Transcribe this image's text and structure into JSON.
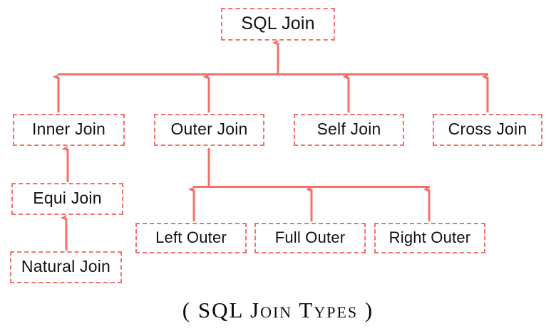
{
  "diagram": {
    "title": "SQL Join Types",
    "caption": "( SQL Join Types )",
    "theme": {
      "background": "#ffffff",
      "box_border_color": "#F4706B",
      "connector_color": "#F4706B",
      "text_color": "#111111",
      "border_style": "dashed"
    },
    "root": {
      "label": "SQL Join"
    },
    "branches": [
      {
        "label": "Inner Join"
      },
      {
        "label": "Outer Join"
      },
      {
        "label": "Self Join"
      },
      {
        "label": "Cross Join"
      }
    ],
    "inner_join_chain": [
      {
        "label": "Equi Join"
      },
      {
        "label": "Natural Join"
      }
    ],
    "outer_join_children": [
      {
        "label": "Left Outer"
      },
      {
        "label": "Full Outer"
      },
      {
        "label": "Right Outer"
      }
    ],
    "edges": [
      {
        "from": "Inner Join",
        "to": "SQL Join"
      },
      {
        "from": "Outer Join",
        "to": "SQL Join"
      },
      {
        "from": "Self Join",
        "to": "SQL Join"
      },
      {
        "from": "Cross Join",
        "to": "SQL Join"
      },
      {
        "from": "Equi Join",
        "to": "Inner Join"
      },
      {
        "from": "Natural Join",
        "to": "Equi Join"
      },
      {
        "from": "Left Outer",
        "to": "Outer Join"
      },
      {
        "from": "Full Outer",
        "to": "Outer Join"
      },
      {
        "from": "Right Outer",
        "to": "Outer Join"
      }
    ]
  }
}
